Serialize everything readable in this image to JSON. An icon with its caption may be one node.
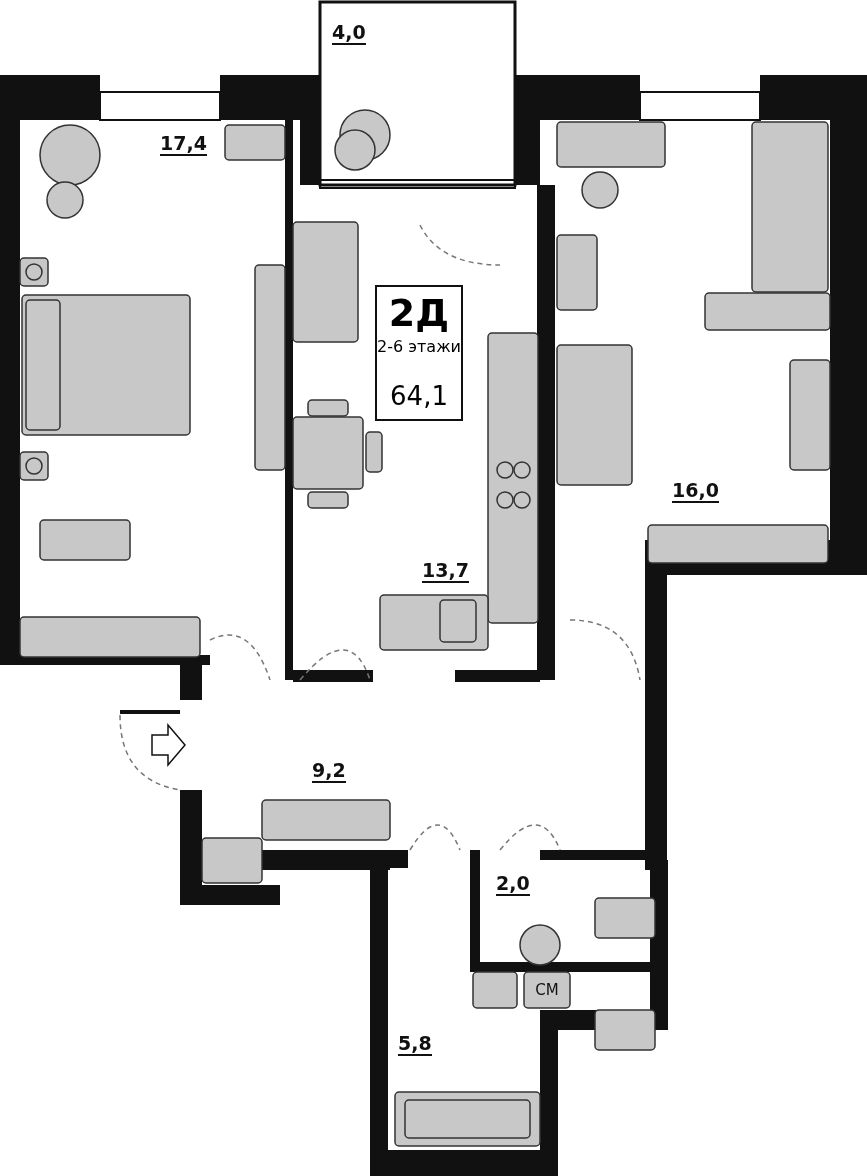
{
  "diagram": {
    "labels": [
      "4,0",
      "17,4",
      "2Д",
      "2-6 этажи",
      "64,1",
      "13,7",
      "16,0",
      "9,2",
      "2,0",
      "СМ",
      "5,8"
    ]
  }
}
